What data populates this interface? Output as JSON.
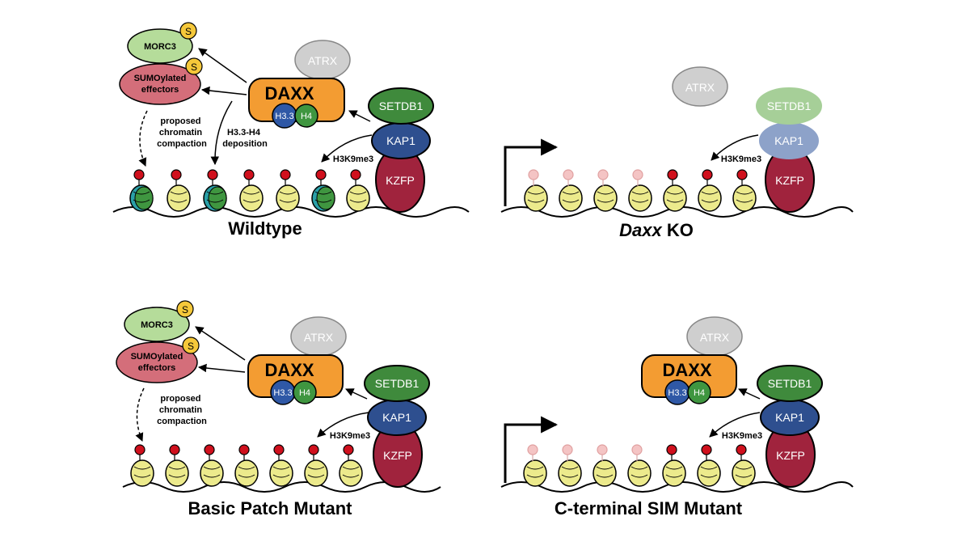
{
  "panels": [
    {
      "title": "Wildtype",
      "proteins": {
        "morc3": "MORC3",
        "sumo_effectors_1": "SUMOylated",
        "sumo_effectors_2": "effectors",
        "sumo_badge": "S",
        "atrx": "ATRX",
        "daxx": "DAXX",
        "h33": "H3.3",
        "h4": "H4",
        "setdb1": "SETDB1",
        "kap1": "KAP1",
        "kzfp": "KZFP"
      },
      "annotations": {
        "compaction_1": "proposed",
        "compaction_2": "chromatin",
        "compaction_3": "compaction",
        "deposition_1": "H3.3-H4",
        "deposition_2": "deposition",
        "mark": "H3K9me3"
      }
    },
    {
      "title_italic": "Daxx",
      "title_rest": " KO",
      "proteins": {
        "atrx": "ATRX",
        "setdb1": "SETDB1",
        "kap1": "KAP1",
        "kzfp": "KZFP"
      },
      "annotations": {
        "mark": "H3K9me3"
      }
    },
    {
      "title": "Basic Patch Mutant",
      "proteins": {
        "morc3": "MORC3",
        "sumo_effectors_1": "SUMOylated",
        "sumo_effectors_2": "effectors",
        "sumo_badge": "S",
        "atrx": "ATRX",
        "daxx": "DAXX",
        "h33": "H3.3",
        "h4": "H4",
        "setdb1": "SETDB1",
        "kap1": "KAP1",
        "kzfp": "KZFP"
      },
      "annotations": {
        "compaction_1": "proposed",
        "compaction_2": "chromatin",
        "compaction_3": "compaction",
        "mark": "H3K9me3"
      }
    },
    {
      "title": "C-terminal SIM Mutant",
      "proteins": {
        "atrx": "ATRX",
        "daxx": "DAXX",
        "h33": "H3.3",
        "h4": "H4",
        "setdb1": "SETDB1",
        "kap1": "KAP1",
        "kzfp": "KZFP"
      },
      "annotations": {
        "mark": "H3K9me3"
      }
    }
  ],
  "colors": {
    "morc3": "#b5dc9a",
    "sumo": "#d46e7a",
    "sumo_badge": "#f5c83a",
    "atrx": "#cfcfcf",
    "daxx": "#f39c32",
    "h33": "#2f58a6",
    "h4": "#3f9640",
    "setdb1": "#3f8a3c",
    "kap1": "#2e4f8f",
    "kzfp": "#a0233d",
    "nucleosome": "#ecea8c",
    "mark": "#d0101d"
  }
}
